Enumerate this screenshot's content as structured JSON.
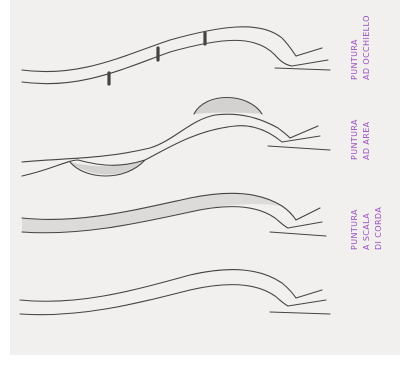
{
  "colors": {
    "paper": "#f2f0ee",
    "ink": "#444444",
    "shade": "#9a9a9a",
    "label": "#9b4fc0"
  },
  "panels": [
    {
      "name": "panel-puntura-ad-occhiello",
      "label_lines": [
        "PUNTURA",
        "AD OCCHIELLO"
      ]
    },
    {
      "name": "panel-puntura-ad-area",
      "label_lines": [
        "PUNTURA",
        "AD AREA"
      ]
    },
    {
      "name": "panel-puntura-a-scala-di-corda",
      "label_lines": [
        "PUNTURA",
        "A SCALA",
        "DI CORDA"
      ]
    },
    {
      "name": "panel-base-vessel",
      "label_lines": []
    }
  ]
}
